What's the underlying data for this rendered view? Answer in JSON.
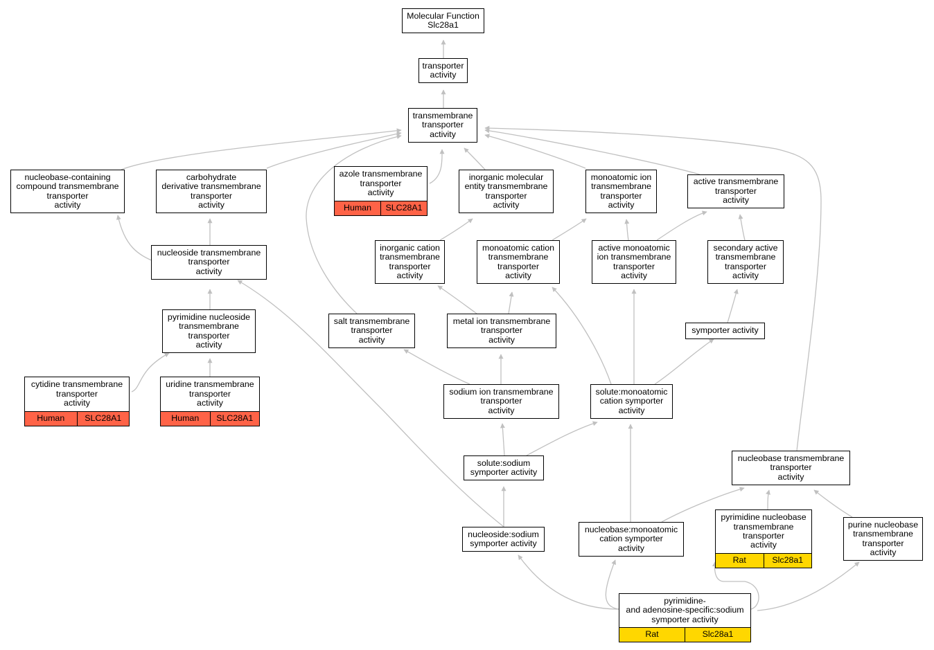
{
  "colors": {
    "edge": "#c0c0c0",
    "human_tag": "#ff6347",
    "rat_tag": "#ffd700"
  },
  "nodes": {
    "mf": {
      "label": "Molecular Function\nSlc28a1"
    },
    "ta": {
      "label": "transporter\nactivity"
    },
    "tmta": {
      "label": "transmembrane\ntransporter\nactivity"
    },
    "ncct": {
      "label": "nucleobase-containing\ncompound transmembrane\ntransporter\nactivity"
    },
    "cdtt": {
      "label": "carbohydrate\nderivative transmembrane\ntransporter\nactivity"
    },
    "azole": {
      "label": "azole transmembrane\ntransporter\nactivity",
      "species": "Human",
      "gene": "SLC28A1"
    },
    "imet": {
      "label": "inorganic molecular\nentity transmembrane\ntransporter\nactivity"
    },
    "mit": {
      "label": "monoatomic ion\ntransmembrane\ntransporter\nactivity"
    },
    "att": {
      "label": "active transmembrane\ntransporter\nactivity"
    },
    "nst": {
      "label": "nucleoside transmembrane\ntransporter\nactivity"
    },
    "ict": {
      "label": "inorganic cation\ntransmembrane\ntransporter\nactivity"
    },
    "mct": {
      "label": "monoatomic cation\ntransmembrane\ntransporter\nactivity"
    },
    "amit": {
      "label": "active monoatomic\nion transmembrane\ntransporter\nactivity"
    },
    "sat": {
      "label": "secondary active\ntransmembrane\ntransporter\nactivity"
    },
    "pnst": {
      "label": "pyrimidine nucleoside\ntransmembrane\ntransporter\nactivity"
    },
    "salt": {
      "label": "salt transmembrane\ntransporter\nactivity"
    },
    "metal": {
      "label": "metal ion transmembrane\ntransporter\nactivity"
    },
    "symp": {
      "label": "symporter activity"
    },
    "cyt": {
      "label": "cytidine transmembrane\ntransporter\nactivity",
      "species": "Human",
      "gene": "SLC28A1"
    },
    "uri": {
      "label": "uridine transmembrane\ntransporter\nactivity",
      "species": "Human",
      "gene": "SLC28A1"
    },
    "sod": {
      "label": "sodium ion transmembrane\ntransporter\nactivity"
    },
    "smcs": {
      "label": "solute:monoatomic\ncation symporter\nactivity"
    },
    "sss": {
      "label": "solute:sodium\nsymporter activity"
    },
    "nbt": {
      "label": "nucleobase transmembrane\ntransporter\nactivity"
    },
    "nss": {
      "label": "nucleoside:sodium\nsymporter activity"
    },
    "nmcs": {
      "label": "nucleobase:monoatomic\ncation symporter\nactivity"
    },
    "pnbt": {
      "label": "pyrimidine nucleobase\ntransmembrane\ntransporter\nactivity",
      "species": "Rat",
      "gene": "Slc28a1"
    },
    "punb": {
      "label": "purine nucleobase\ntransmembrane\ntransporter\nactivity"
    },
    "pas": {
      "label": "pyrimidine-\nand adenosine-specific:sodium\nsymporter activity",
      "species": "Rat",
      "gene": "Slc28a1"
    }
  }
}
